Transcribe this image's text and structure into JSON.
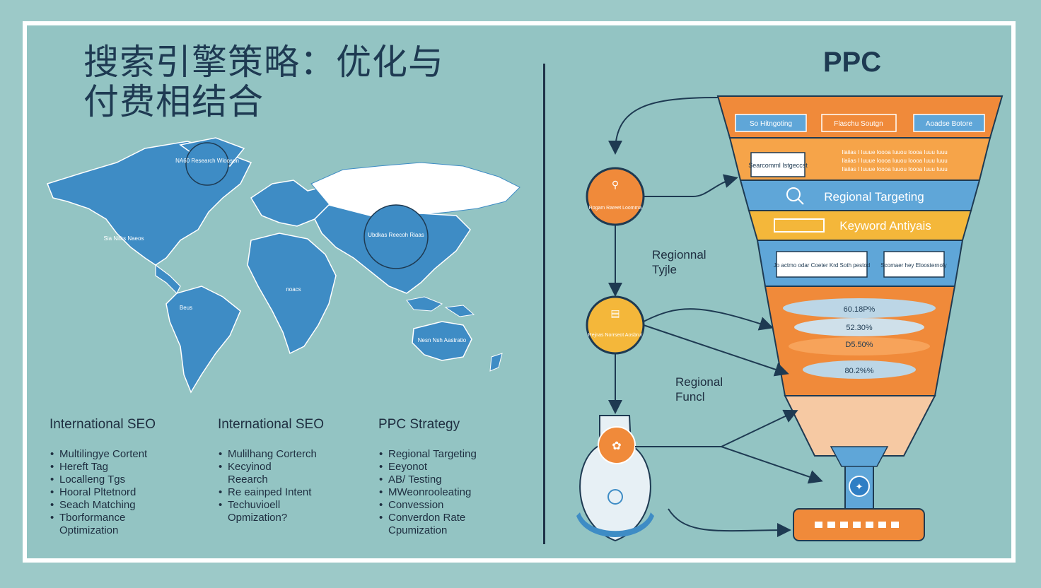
{
  "title": "搜索引擎策略：优化与付费相结合",
  "ppc_title": "PPC",
  "map_labels": [
    "NA60 Research Wlooson",
    "Sia Nitks Naeos",
    "Ubdkas Reecoh Riaas",
    "Beus",
    "noacs",
    "Nesn Nsh Aastratio"
  ],
  "columns": [
    {
      "heading": "International SEO",
      "items": [
        "Multilingye Cortent",
        "Hereft Tag",
        "Localleng Tgs",
        "Hooral Pltetnord",
        "Seach Matching",
        "Tborformance",
        "Optimization"
      ]
    },
    {
      "heading": "International SEO",
      "items": [
        "Mulilhang Corterch",
        "Kecyinod",
        "Reearch",
        "Re eainped Intent",
        "Techuvioell",
        "Opmization?"
      ]
    },
    {
      "heading": "PPC Strategy",
      "items": [
        "Regional Targeting",
        "Eeyonot",
        "AB/ Testing",
        "MWeonrooleating",
        "Convession",
        "Converdon Rate",
        "Cpumization"
      ]
    }
  ],
  "funnel": {
    "top_tags": [
      "So Hitngoting",
      "Flaschu Soutgn",
      "Aoadse Botore"
    ],
    "box_note": "Searcomml Istgeccst",
    "small_text": "Ilaiias I Iuuue Ioooa Iuuou Ioooa Iuuu Iuuu",
    "regional_targeting": "Regional Targeting",
    "keyword_analysis": "Keyword Antiyais",
    "box_left": "Jo actmo odar Coeter Krd Soth pestod",
    "box_right": "Scomaer hey Eloosternoly",
    "percents": [
      "60.18P%",
      "52.30%",
      "D5.50%",
      "80.2%%"
    ]
  },
  "nodes": [
    "Rogam Rareet Loomma",
    "Rejnas Norrseot Aosbrur"
  ],
  "side_labels": {
    "regional_type": [
      "Regionnal",
      "Tyjle"
    ],
    "regional_funnel": [
      "Regional",
      "Funcl"
    ]
  },
  "colors": {
    "background": "#93c4c3",
    "map_blue": "#3e8cc5",
    "funnel_orange": "#f08a3a",
    "funnel_blue": "#5fa6d8",
    "funnel_yellow": "#f4b73a",
    "dark": "#1e3a52"
  }
}
